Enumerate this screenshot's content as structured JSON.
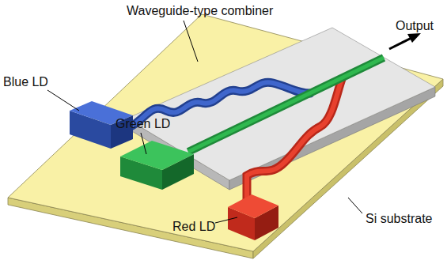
{
  "diagram": {
    "labels": [
      "Waveguide-type combiner",
      "Output",
      "Blue LD",
      "Green LD",
      "Red LD",
      "Si substrate"
    ]
  }
}
